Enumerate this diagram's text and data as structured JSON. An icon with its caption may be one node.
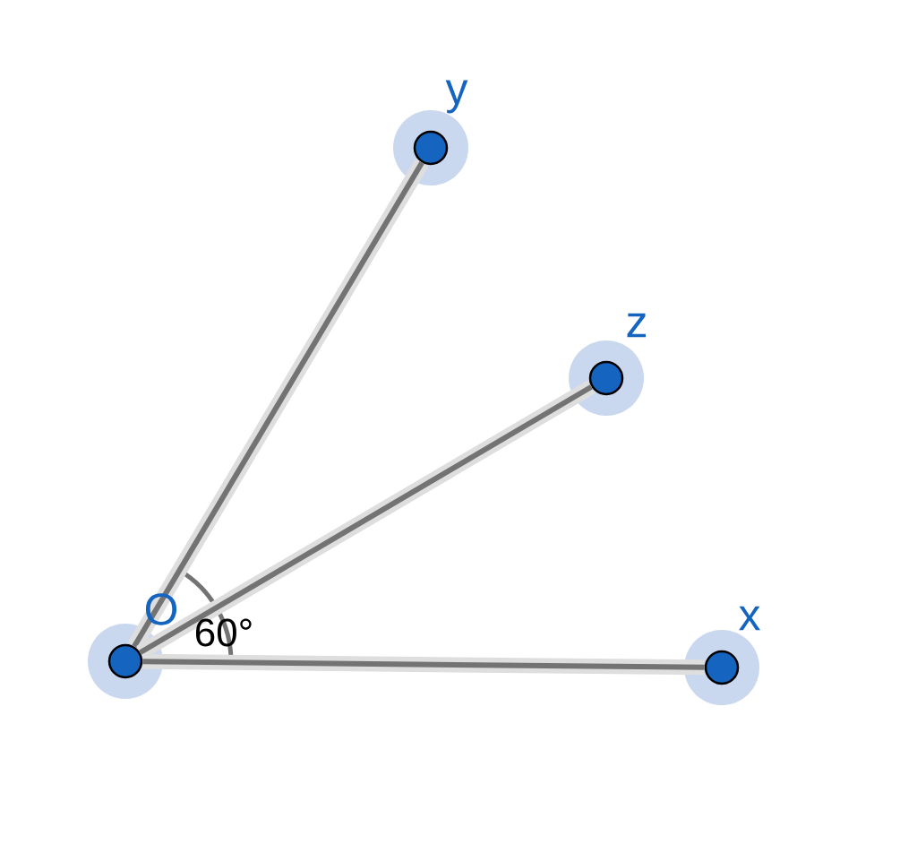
{
  "diagram": {
    "nodes": [
      {
        "text": [],
        "shape": "circle",
        "beside": [
          "O"
        ]
      },
      {
        "text": [],
        "shape": "circle",
        "beside": [
          "y"
        ]
      },
      {
        "text": [],
        "shape": "circle",
        "beside": [
          "z"
        ]
      },
      {
        "text": [],
        "shape": "circle",
        "beside": [
          "x"
        ]
      }
    ],
    "edges": [
      {
        "from": 0,
        "to": 1,
        "arrow": "none"
      },
      {
        "from": 0,
        "to": 2,
        "arrow": "none"
      },
      {
        "from": 0,
        "to": 3,
        "arrow": "none"
      }
    ],
    "labels": [
      "60°"
    ]
  }
}
